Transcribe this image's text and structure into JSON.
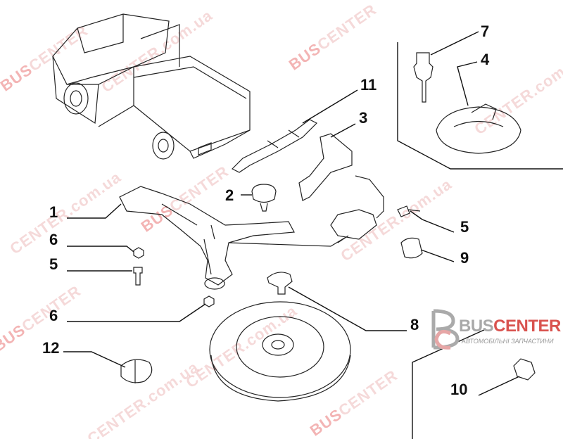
{
  "diagram": {
    "callouts": [
      "7",
      "4",
      "11",
      "3",
      "2",
      "1",
      "5",
      "6",
      "9",
      "5",
      "6",
      "8",
      "12",
      "10"
    ],
    "watermark": {
      "prefix": "BUS",
      "suffix": "CENTER",
      "domain": ".com.ua"
    },
    "logo": {
      "name_gray": "BUS",
      "name_red": "CENTER",
      "tagline": "АВТОМОБІЛЬНІ ЗАПЧАСТИНИ"
    },
    "accent_color": "#d9534f"
  }
}
